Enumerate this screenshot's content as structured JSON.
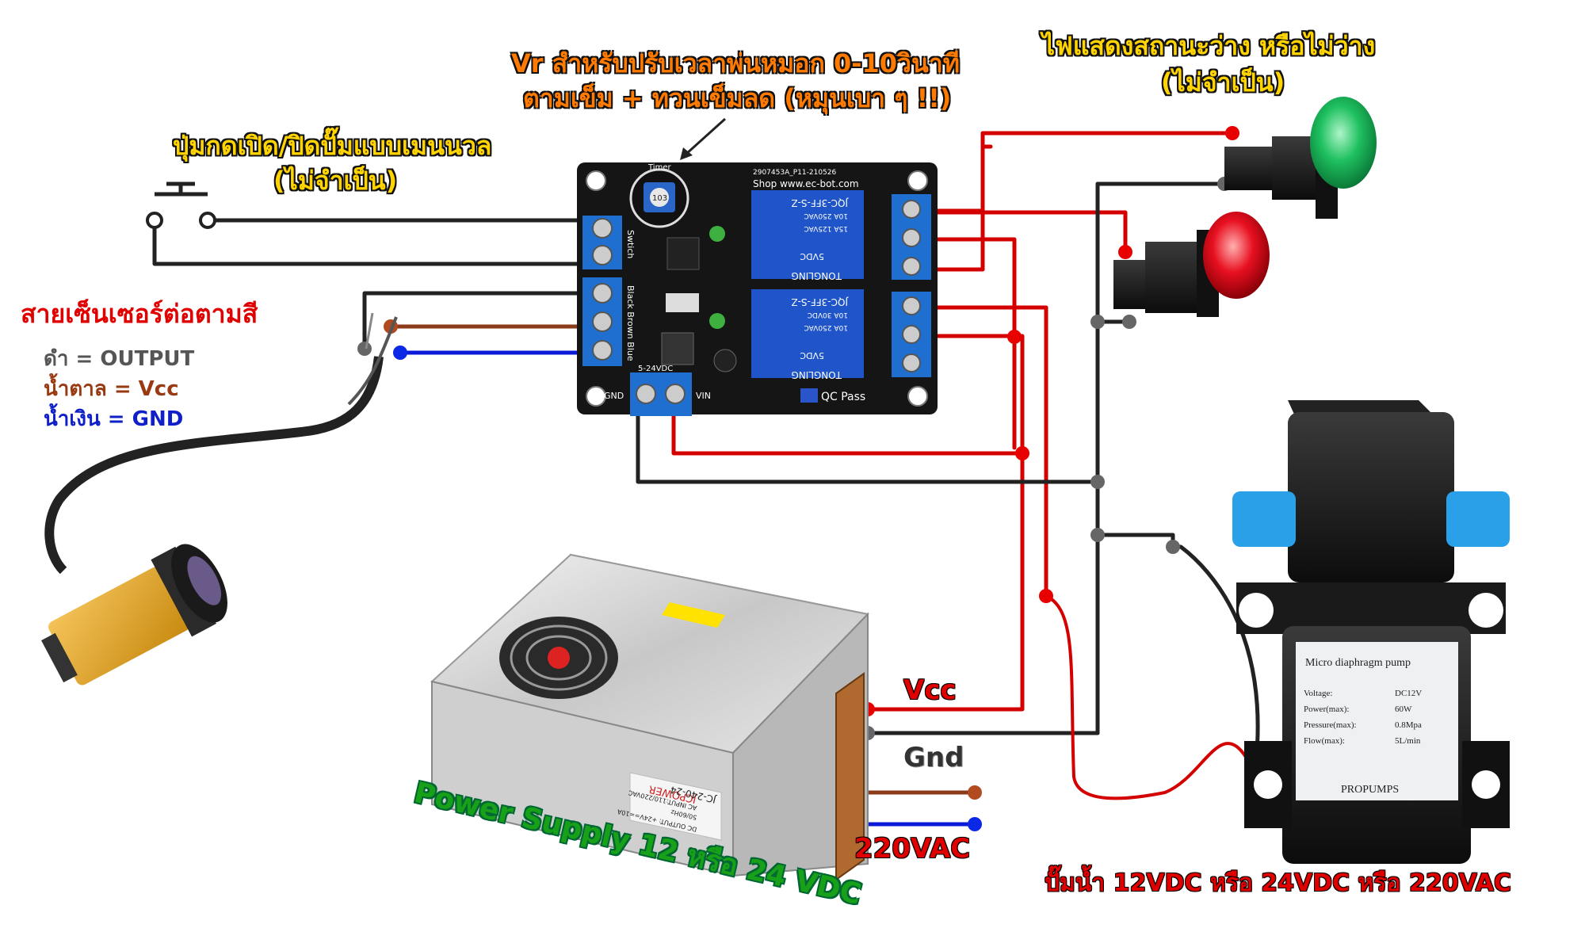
{
  "labels": {
    "vr_line1": "Vr สำหรับปรับเวลาพ่นหมอก 0-10วินาที",
    "vr_line2": "ตามเข็ม +  ทวนเข็มลด (หมุนเบา ๆ !!)",
    "lamp_line1": "ไฟแสดงสถานะว่าง หรือไม่ว่าง",
    "lamp_line2": "(ไม่จำเป็น)",
    "button_line1": "ปุ่มกดเปิด/ปิดปั๊มแบบเมนนวล",
    "button_line2": "(ไม่จำเป็น)",
    "sensor_title": "สายเซ็นเซอร์ต่อตามสี",
    "legend_black": "ดำ = OUTPUT",
    "legend_brown": "น้ำตาล = Vcc",
    "legend_blue": "น้ำเงิน = GND",
    "vcc": "Vcc",
    "gnd": "Gnd",
    "ac": "220VAC",
    "psu": "Power Supply 12 หรือ 24 VDC",
    "pump": "ปั๊มน้ำ 12VDC หรือ 24VDC หรือ 220VAC"
  },
  "board": {
    "pcb_code": "2907453A_P11-210526",
    "shop": "Shop www.ec-bot.com",
    "timer": "Timer",
    "pot": "103",
    "switch_lbl": "Swtich",
    "wires_lbl": "Black Brown Blue",
    "power_lbl": "5-24VDC",
    "gnd_lbl": "GND",
    "vin_lbl": "VIN",
    "qc": "QC Pass",
    "relay_model": "JQC-3FF-S-Z",
    "relay_brand": "TONGLING",
    "relay_volt": "5VDC",
    "relay_r1": "10A 250VAC",
    "relay_r2": "15A 125VAC",
    "relay_r3": "10A 30VDC"
  },
  "psu_unit": {
    "brand": "JCPOWER",
    "model": "JC-240-24",
    "input": "AC INPUT:110/220VAC",
    "freq": "50/60Hz",
    "output": "DC OUTPUT: +24V==10A"
  },
  "pump_unit": {
    "title": "Micro diaphragm pump",
    "voltage_k": "Voltage:",
    "voltage_v": "DC12V",
    "power_k": "Power(max):",
    "power_v": "60W",
    "pressure_k": "Pressure(max):",
    "pressure_v": "0.8Mpa",
    "flow_k": "Flow(max):",
    "flow_v": "5L/min",
    "brand": "PROPUMPS"
  },
  "colors": {
    "red_wire": "#d40000",
    "black_wire": "#222222",
    "brown_wire": "#8b3a1a",
    "blue_wire": "#0a1ad6",
    "label_yellow": "#ffd400",
    "label_orange": "#ff7a00",
    "label_green": "#18a018",
    "board": "#151515",
    "terminal_blue": "#1f6fd0",
    "relay_blue": "#1f55c8",
    "lamp_green": "#1fc060",
    "lamp_red": "#e81020"
  }
}
